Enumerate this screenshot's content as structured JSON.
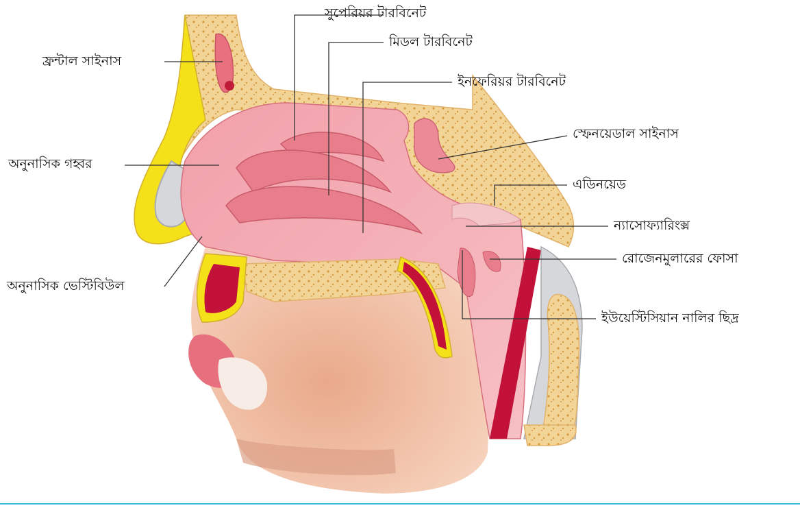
{
  "diagram": {
    "labels": {
      "frontal_sinus": "ফ্রন্টাল সাইনাস",
      "superior_turbinate": "সুপেরিয়র টারবিনেট",
      "middle_turbinate": "মিডল টারবিনেট",
      "inferior_turbinate": "ইনফেরিয়র টারবিনেট",
      "sphenoidal_sinus": "স্ফেনয়েডাল সাইনাস",
      "nasal_cavity": "অনুনাসিক গহ্বর",
      "adenoid": "এডিনয়েড",
      "nasopharynx": "ন্যাসোফ্যারিংক্স",
      "rosenmuller_fossa": "রোজেনমুলারের ফোসা",
      "nasal_vestibule": "অনুনাসিক ভেস্টিবিউল",
      "eustachian_opening": "ইউয়েস্টিসিয়ান নালির ছিদ্র"
    },
    "colors": {
      "bone": "#f2d497",
      "bone_dots": "#d59a3e",
      "cavity": "#ef8f9c",
      "cavity_light": "#f7c2c6",
      "turbinate": "#e67f8c",
      "face": "#f1c3a5",
      "face_shadow": "#e3a080",
      "fat_yellow": "#f5e11a",
      "muscle": "#c2123a",
      "gray_tissue": "#d6d7da",
      "line": "#333333",
      "accent_rule": "#39b7e3"
    }
  }
}
